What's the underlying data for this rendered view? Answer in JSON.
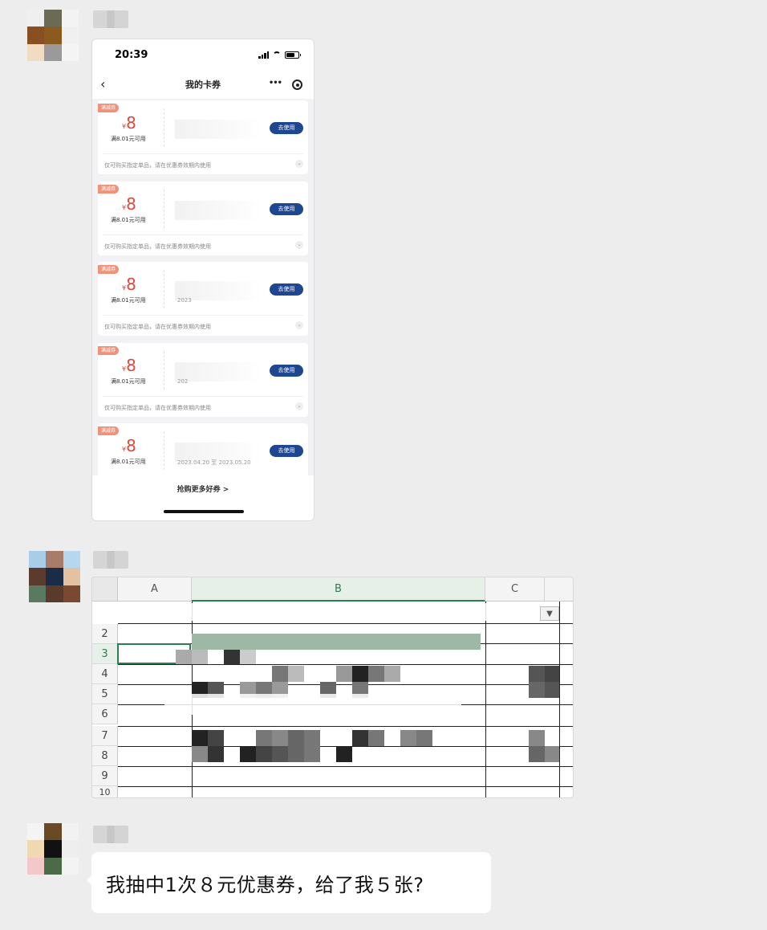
{
  "phone": {
    "time": "20:39",
    "page_title": "我的卡券",
    "more_label": "•••",
    "coupons": [
      {
        "badge": "满减券",
        "yen": "¥",
        "amount": "8",
        "condition": "满8.01元可用",
        "date": "",
        "use_label": "去使用",
        "note": "仅可购买指定单品，请在优惠券效期内使用"
      },
      {
        "badge": "满减券",
        "yen": "¥",
        "amount": "8",
        "condition": "满8.01元可用",
        "date": "",
        "use_label": "去使用",
        "note": "仅可购买指定单品，请在优惠券效期内使用"
      },
      {
        "badge": "满减券",
        "yen": "¥",
        "amount": "8",
        "condition": "满8.01元可用",
        "date": "2023",
        "use_label": "去使用",
        "note": "仅可购买指定单品，请在优惠券效期内使用"
      },
      {
        "badge": "满减券",
        "yen": "¥",
        "amount": "8",
        "condition": "满8.01元可用",
        "date": "202",
        "use_label": "去使用",
        "note": "仅可购买指定单品，请在优惠券效期内使用"
      },
      {
        "badge": "满减券",
        "yen": "¥",
        "amount": "8",
        "condition": "满8.01元可用",
        "date": "2023.04.20 至 2023.05.20",
        "use_label": "去使用",
        "note": ""
      }
    ],
    "more_coupons": "抢购更多好券 >"
  },
  "sheet": {
    "columns": [
      "A",
      "B",
      "C"
    ],
    "rows": [
      "2",
      "3",
      "4",
      "5",
      "6",
      "7",
      "8",
      "9",
      "10"
    ]
  },
  "message": {
    "text": "我抽中1次８元优惠券，给了我５张?"
  }
}
